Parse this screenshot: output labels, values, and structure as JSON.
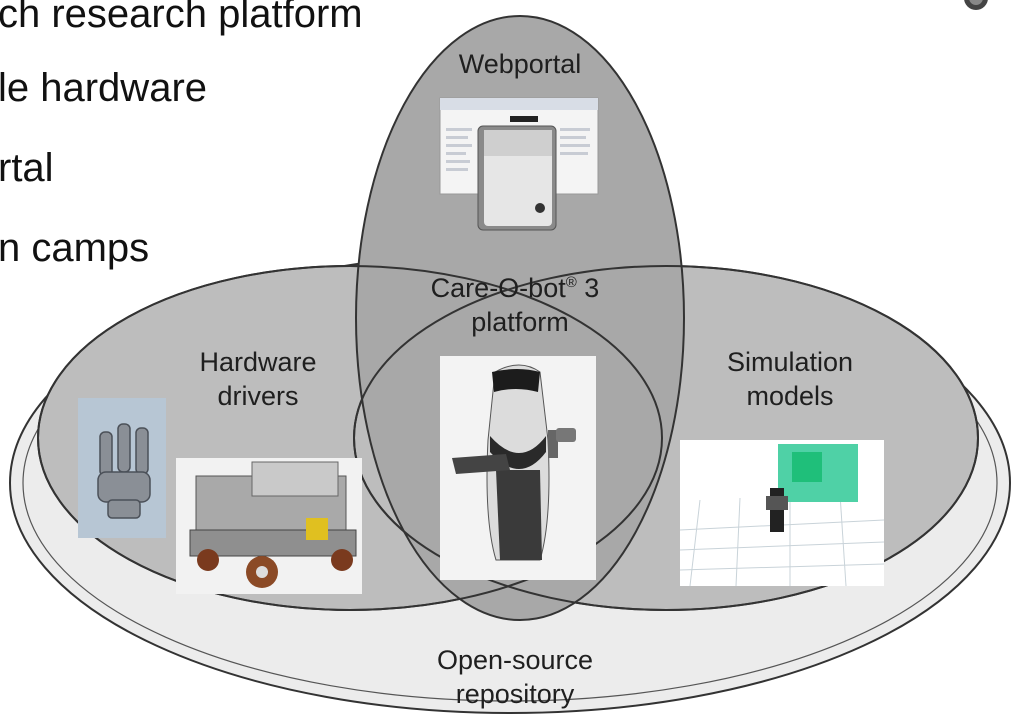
{
  "bullets": [
    "ch research platform",
    "le hardware",
    "rtal",
    "n camps"
  ],
  "diagram": {
    "webportal": "Webportal",
    "platform_line1_prefix": "Care-O-bot",
    "platform_registered": "®",
    "platform_line1_suffix": " 3",
    "platform_line2": "platform",
    "hardware_line1": "Hardware",
    "hardware_line2": "drivers",
    "simulation_line1": "Simulation",
    "simulation_line2": "models",
    "repository_line1": "Open-source",
    "repository_line2": "repository"
  },
  "icons": {
    "logo": "logo-icon",
    "webportal_image": "webportal-server-icon",
    "gripper_image": "robot-gripper-icon",
    "base_image": "robot-base-icon",
    "robot_image": "care-o-bot-robot-icon",
    "simulation_image": "simulation-pointcloud-icon"
  }
}
